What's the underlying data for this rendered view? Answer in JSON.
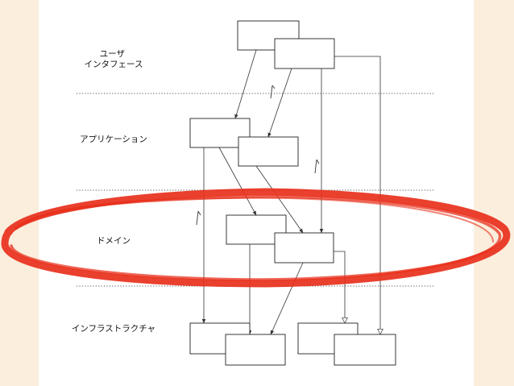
{
  "layers": [
    {
      "id": "user-interface",
      "lines": [
        "ユーザ",
        "インタフェース"
      ]
    },
    {
      "id": "application",
      "lines": [
        "アプリケーション"
      ]
    },
    {
      "id": "domain",
      "lines": [
        "ドメイン"
      ]
    },
    {
      "id": "infrastructure",
      "lines": [
        "インフラストラクチャ"
      ]
    }
  ],
  "colors": {
    "background": "#fbeedd",
    "panel": "#ffffff",
    "highlight": "#e8301c",
    "lines": "#333333"
  }
}
